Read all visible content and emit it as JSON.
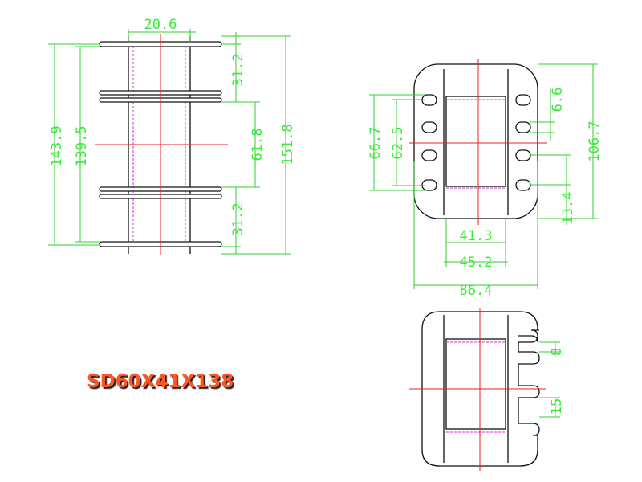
{
  "part_number": "SD60X41X138",
  "colors": {
    "outline": "#111111",
    "centerline": "#ee2222",
    "hidden_line": "#cc33cc",
    "dimension": "#33ee33",
    "label": "#ff5522"
  },
  "front_view": {
    "dimensions": {
      "width_top": "20.6",
      "height_outer": "143.9",
      "height_inner": "139.5",
      "height_total": "151.8",
      "section_top": "31.2",
      "section_middle": "61.8",
      "section_bottom": "31.2"
    }
  },
  "side_view": {
    "dimensions": {
      "height_outer": "66.7",
      "height_inner": "62.5",
      "height_total": "106.7",
      "slot_pitch": "6.6",
      "slot_offset": "13.4",
      "width_inner": "41.3",
      "width_middle": "45.2",
      "width_total": "86.4"
    }
  },
  "bottom_view": {
    "dimensions": {
      "tab_gap": "8",
      "tab_width": "15"
    }
  }
}
